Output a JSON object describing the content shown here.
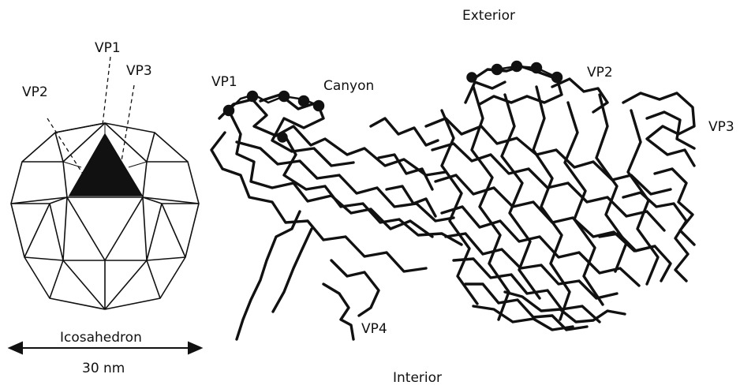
{
  "labels": {
    "exterior": "Exterior",
    "interior": "Interior",
    "canyon": "Canyon",
    "vp1_icosa": "VP1",
    "vp2_icosa": "VP2",
    "vp3_icosa": "VP3",
    "vp1_ribbon": "VP1",
    "vp2_ribbon": "VP2",
    "vp3_ribbon": "VP3",
    "vp4_ribbon": "VP4",
    "icosahedron": "Icosahedron",
    "scale": "30 nm"
  },
  "colors": {
    "ink": "#111111",
    "background": "#ffffff"
  }
}
